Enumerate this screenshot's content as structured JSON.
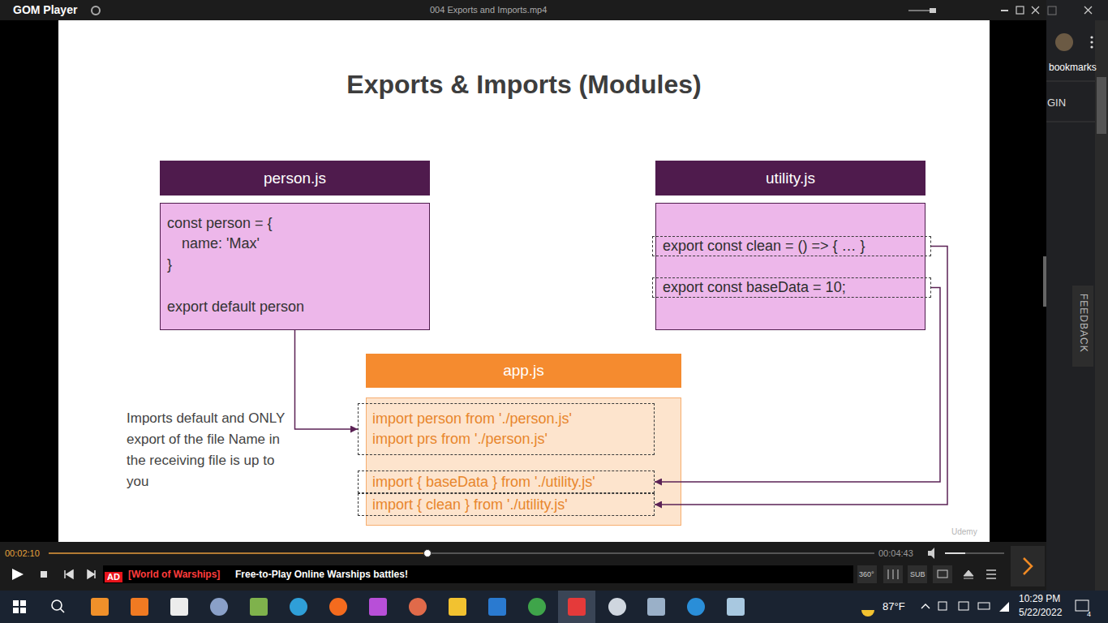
{
  "diagram": {
    "title": "Exports & Imports (Modules)",
    "nodes": [
      {
        "text": [
          "person.js",
          "const person = {",
          "name: 'Max'",
          "}",
          "export default person"
        ]
      },
      {
        "text": [
          "utility.js"
        ]
      },
      {
        "text": [
          "export const clean = () => { … }"
        ],
        "in": 1
      },
      {
        "text": [
          "export const baseData = 10;"
        ],
        "in": 1
      },
      {
        "text": [
          "app.js"
        ]
      },
      {
        "text": [
          "import person from './person.js'",
          "import prs from './person.js'"
        ],
        "in": 4
      },
      {
        "text": [
          "import { baseData } from './utility.js'"
        ],
        "in": 4
      },
      {
        "text": [
          "import { clean } from './utility.js'"
        ],
        "in": 4
      }
    ],
    "edges": [
      {
        "from": 0,
        "to": 5,
        "arrow": "to"
      },
      {
        "from": 3,
        "to": 6,
        "arrow": "to"
      },
      {
        "from": 2,
        "to": 7,
        "arrow": "to"
      }
    ],
    "labels": [
      "GOM Player",
      "004 Exports and Imports.mp4",
      "bookmarks",
      "GIN",
      "FEEDBACK",
      "Imports default and ONLY export of the file Name in the receiving file is up to you",
      "Udemy",
      "00:02:10",
      "00:04:43",
      "AD",
      "[World of Warships]",
      "Free-to-Play Online Warships battles!",
      "360°",
      "SUB",
      "87°F",
      "10:29 PM",
      "5/22/2022",
      "4"
    ]
  }
}
